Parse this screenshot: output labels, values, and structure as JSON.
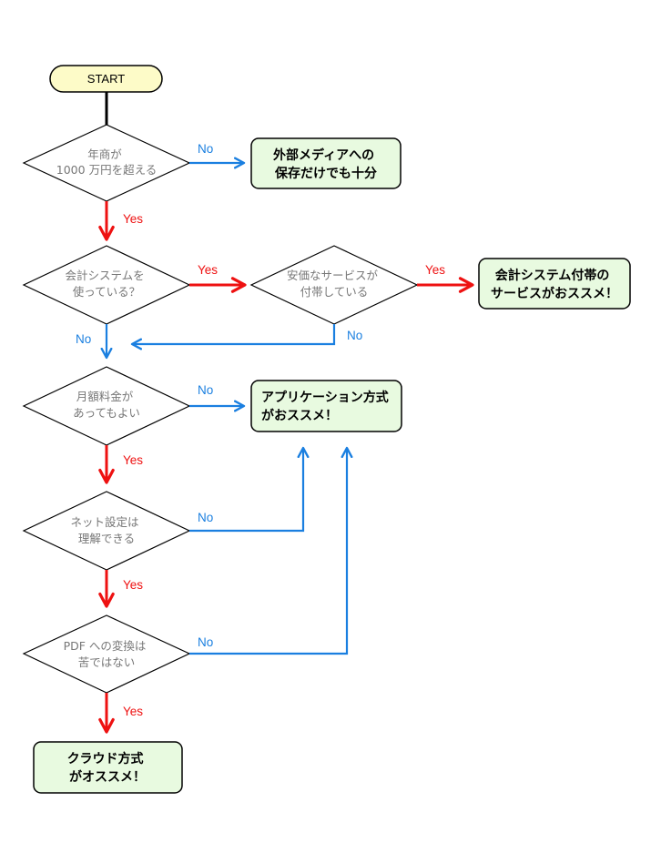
{
  "start": "START",
  "questions": {
    "q1": [
      "年商が",
      "1000 万円を超える"
    ],
    "q2": [
      "会計システムを",
      "使っている？"
    ],
    "q3": [
      "安価なサービスが",
      "付帯している"
    ],
    "q4": [
      "月額料金が",
      "あってもよい"
    ],
    "q5": [
      "ネット設定は",
      "理解できる"
    ],
    "q6": [
      "PDF への変換は",
      "苦ではない"
    ]
  },
  "results": {
    "external_media": [
      "外部メディアへの",
      "保存だけでも十分"
    ],
    "bundled_service": [
      "会計システム付帯の",
      "サービスがおススメ！"
    ],
    "application": [
      "アプリケーション方式",
      "がおススメ！"
    ],
    "cloud": [
      "クラウド方式",
      "がオススメ！"
    ]
  },
  "labels": {
    "yes": "Yes",
    "no": "No"
  },
  "colors": {
    "yes_arrow": "#ee1111",
    "no_arrow": "#1a7fe0",
    "start_fill": "#fdfbc8",
    "result_fill": "#e8fae0",
    "stroke": "#000000",
    "question_text": "#777777"
  }
}
